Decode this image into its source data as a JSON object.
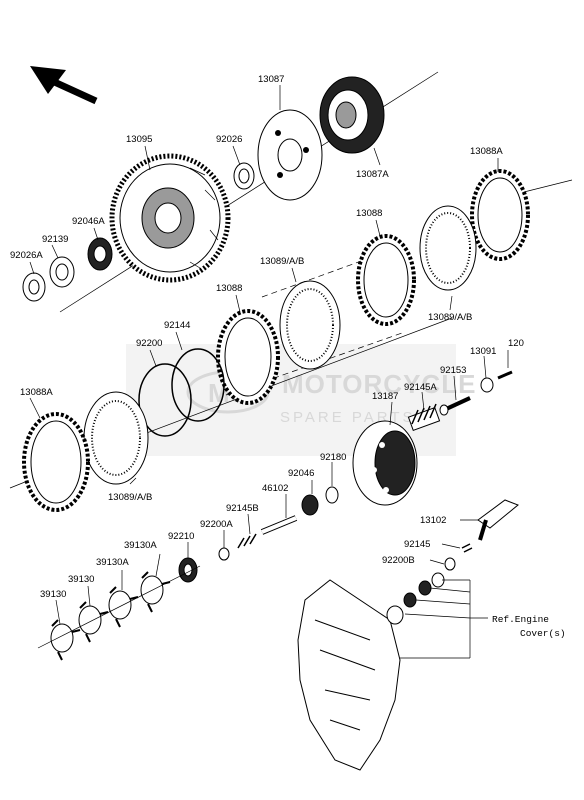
{
  "watermark": {
    "line1": "MOTORCYCLE",
    "line2": "SPARE PARTS",
    "badge": "MSP"
  },
  "labels": {
    "p13087": "13087",
    "p13095": "13095",
    "p92026": "92026",
    "p13087A": "13087A",
    "p13088A_top": "13088A",
    "p92139": "92139",
    "p92046A": "92046A",
    "p92026A": "92026A",
    "p13088_top": "13088",
    "p13089_mid": "13089/A/B",
    "p13088_mid": "13088",
    "p13089_right": "13089/A/B",
    "p92144": "92144",
    "p92200": "92200",
    "p13091": "13091",
    "p120": "120",
    "p92153": "92153",
    "p92145A": "92145A",
    "p13088A_left": "13088A",
    "p13187": "13187",
    "p13089_left": "13089/A/B",
    "p92180": "92180",
    "p92046": "92046",
    "p46102": "46102",
    "p92145B": "92145B",
    "p92200A": "92200A",
    "p92210": "92210",
    "p39130A_a": "39130A",
    "p39130A_b": "39130A",
    "p39130_a": "39130",
    "p39130_b": "39130",
    "p13102": "13102",
    "p92145": "92145",
    "p92200B": "92200B",
    "ref_line1": "Ref.Engine",
    "ref_line2": "Cover(s)"
  }
}
